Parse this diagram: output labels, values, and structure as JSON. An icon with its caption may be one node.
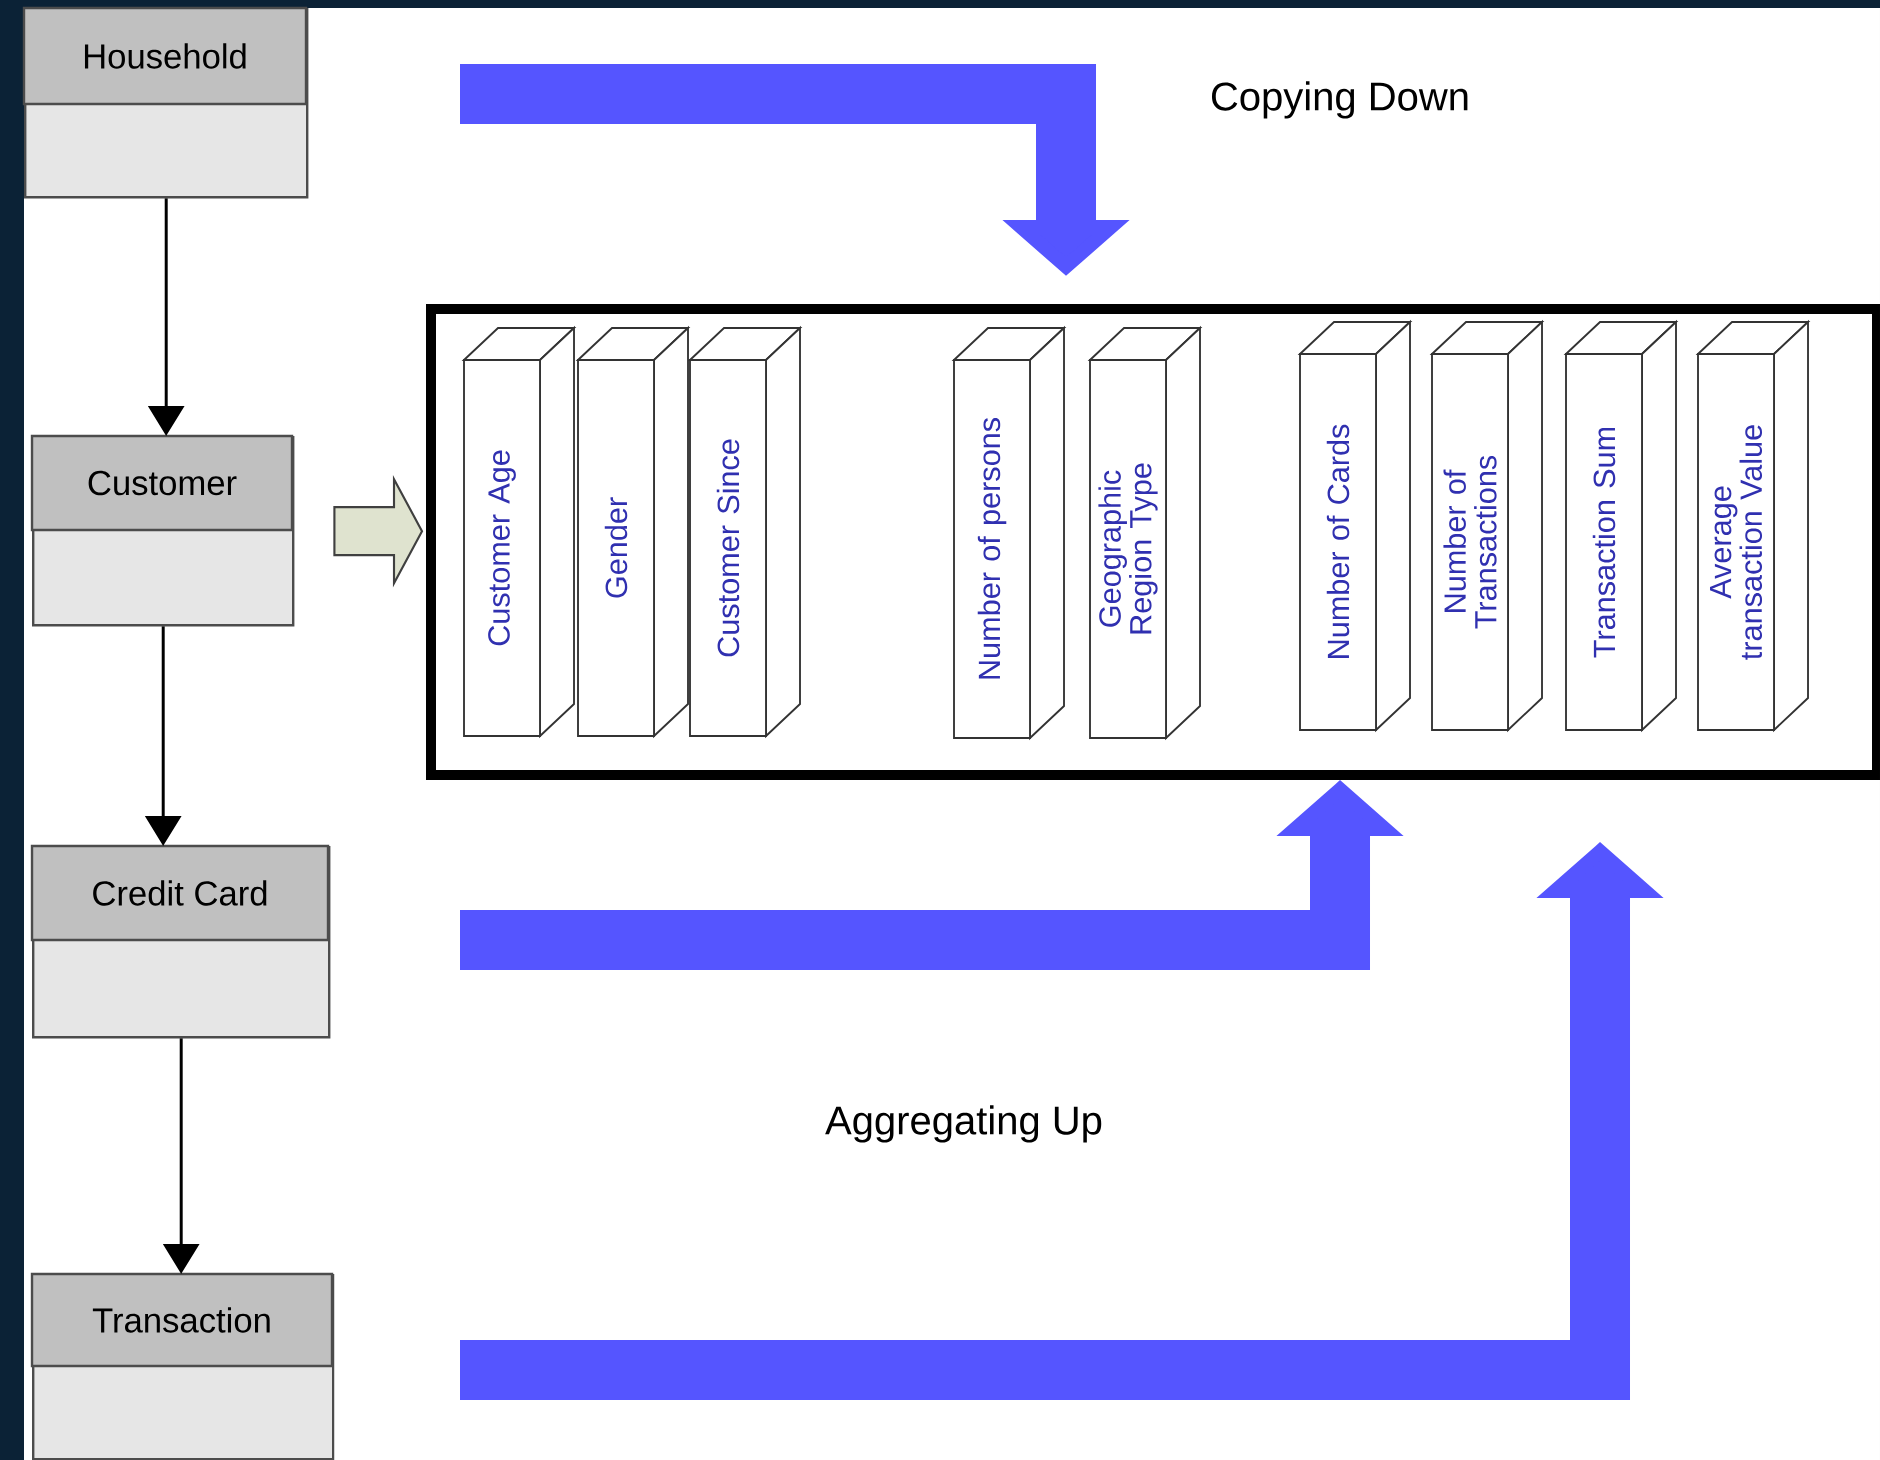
{
  "diagram": {
    "nodes": [
      {
        "text": [
          "Household"
        ]
      },
      {
        "text": [
          "Customer"
        ]
      },
      {
        "text": [
          "Credit Card"
        ]
      },
      {
        "text": [
          "Transaction"
        ]
      },
      {
        "text": [],
        "shape": "box"
      },
      {
        "text": [
          "Customer Age"
        ],
        "in": 4
      },
      {
        "text": [
          "Gender"
        ],
        "in": 4
      },
      {
        "text": [
          "Customer Since"
        ],
        "in": 4
      },
      {
        "text": [
          "Number of persons"
        ],
        "in": 4
      },
      {
        "text": [
          "Geographic Region Type"
        ],
        "in": 4
      },
      {
        "text": [
          "Number of Cards"
        ],
        "in": 4
      },
      {
        "text": [
          "Number of Transactions"
        ],
        "in": 4
      },
      {
        "text": [
          "Transaction Sum"
        ],
        "in": 4
      },
      {
        "text": [
          "Average transaction Value"
        ],
        "in": 4
      }
    ],
    "edges": [
      {
        "from": 0,
        "to": 1,
        "arrow": "to"
      },
      {
        "from": 1,
        "to": 2,
        "arrow": "to"
      },
      {
        "from": 2,
        "to": 3,
        "arrow": "to"
      },
      {
        "from": 1,
        "to": 4,
        "arrow": "to",
        "style": "thick",
        "color": "#dfe3cf"
      },
      {
        "from": null,
        "to": 4,
        "arrow": "to",
        "style": "thick",
        "color": "#5555ff"
      },
      {
        "from": null,
        "to": 4,
        "arrow": "to",
        "style": "thick",
        "color": "#5555ff"
      },
      {
        "from": null,
        "to": 4,
        "arrow": "to",
        "style": "thick",
        "color": "#5555ff"
      }
    ],
    "labels": [
      "Copying Down",
      "Aggregating Up"
    ]
  }
}
